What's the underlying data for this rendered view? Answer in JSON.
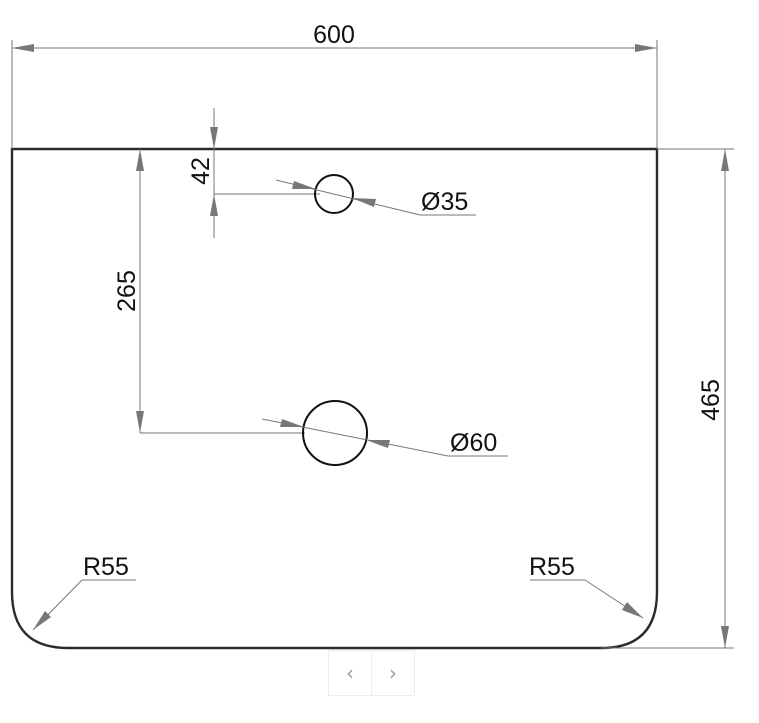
{
  "drawing": {
    "width_label": "600",
    "height_label": "465",
    "hole_center_spacing_label": "265",
    "top_offset_label": "42",
    "small_hole_label": "Ø35",
    "large_hole_label": "Ø60",
    "left_radius_label": "R55",
    "right_radius_label": "R55"
  },
  "pager": {
    "prev_icon": "chevron-left-icon",
    "next_icon": "chevron-right-icon",
    "prev_glyph": "‹",
    "next_glyph": "›"
  }
}
